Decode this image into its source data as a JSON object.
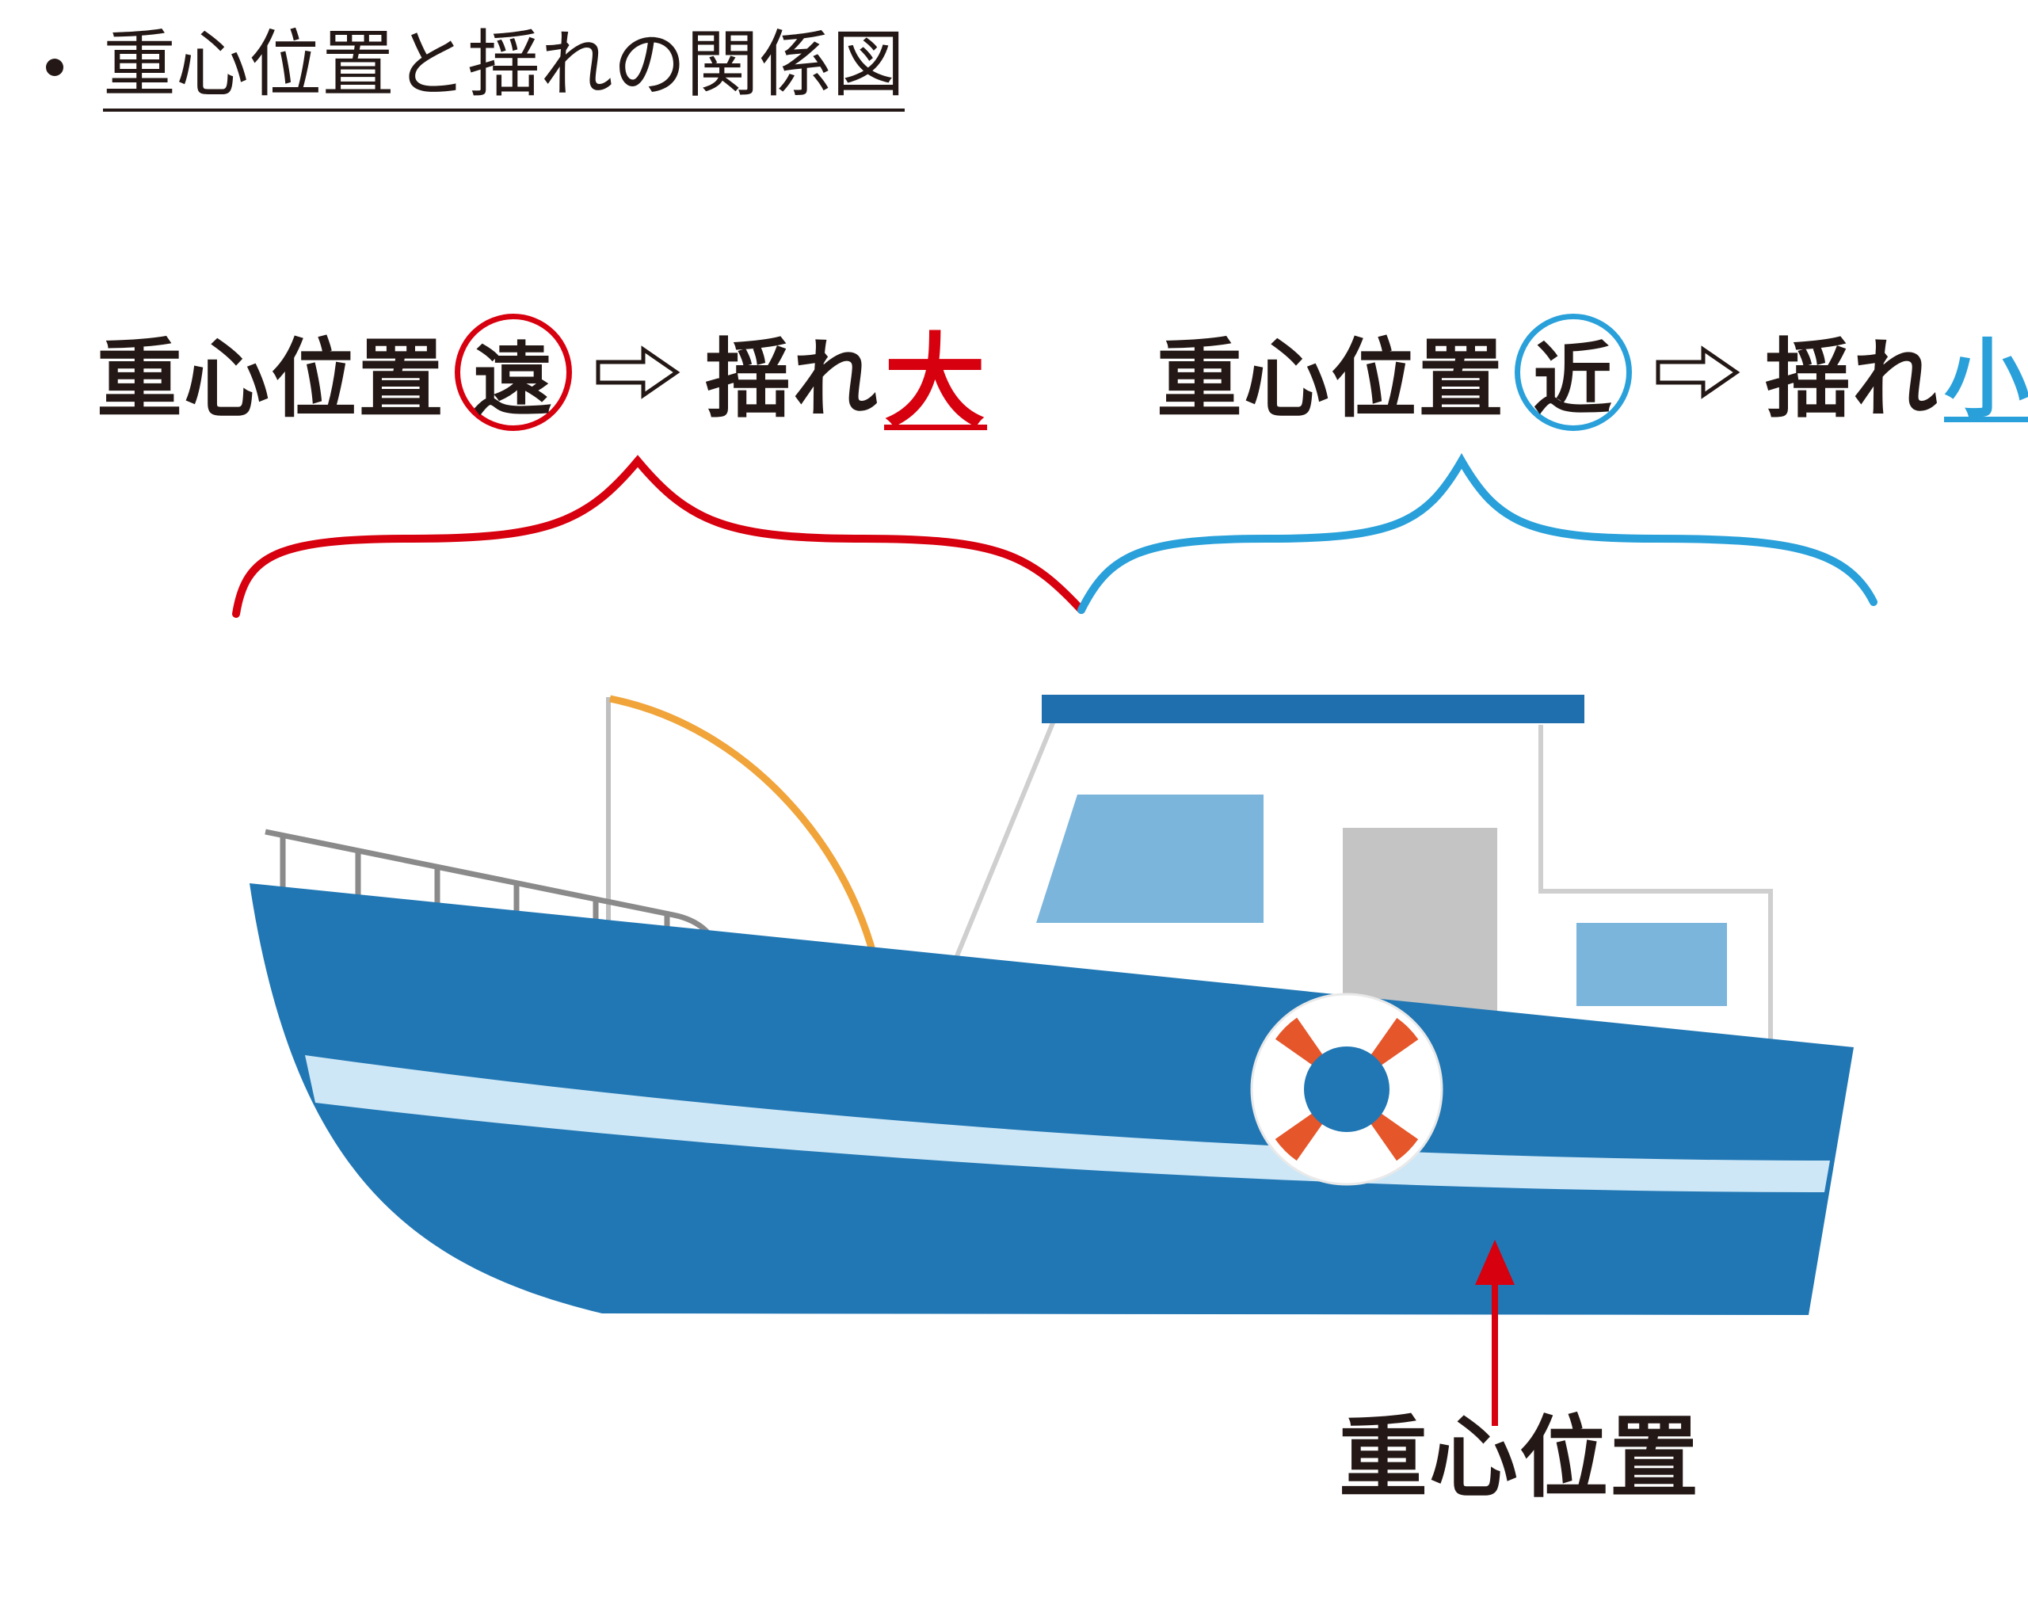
{
  "title": "重心位置と揺れの関係図",
  "left_group": {
    "prefix": "重心位置",
    "circle_char": "遠",
    "middle": "揺れ",
    "result": "大",
    "accent": "#d7000f"
  },
  "right_group": {
    "prefix": "重心位置",
    "circle_char": "近",
    "middle": "揺れ",
    "result": "小",
    "accent": "#29a0da"
  },
  "cog_label": "重心位置",
  "colors": {
    "hull": "#2177b4",
    "hull_stripe": "#cde7f7",
    "cabin_window": "#7bb5dc",
    "cabin_roof": "#1f6fae",
    "door": "#c4c4c4",
    "life_ring": "#e5562a",
    "mast": "#f0a43a",
    "rail": "#8a8a8a",
    "text": "#231815"
  },
  "icons": [
    "white-right-arrow-icon",
    "life-ring-icon",
    "up-arrow-icon"
  ]
}
